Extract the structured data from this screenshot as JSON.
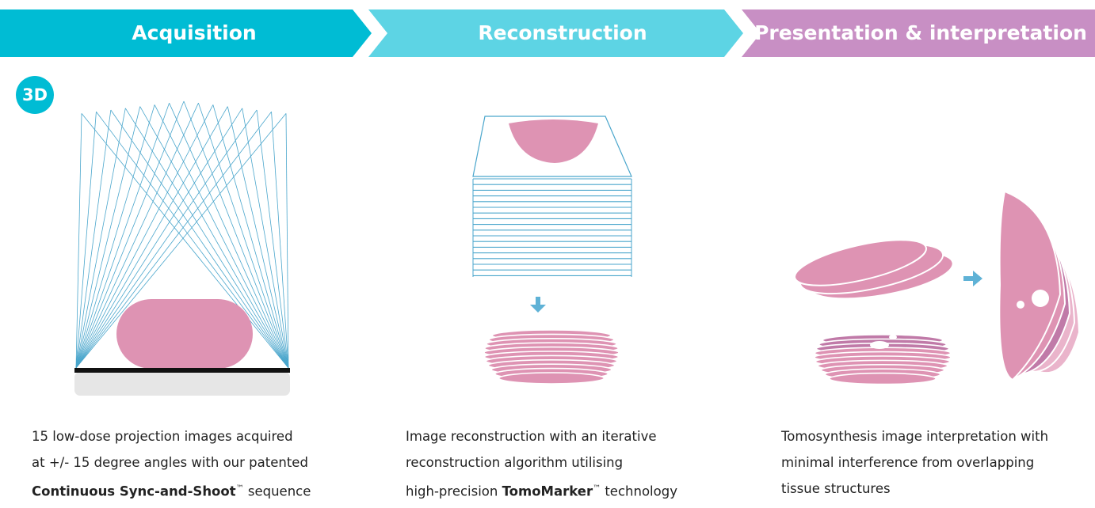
{
  "colors": {
    "acquisition": "#00bcd4",
    "reconstruction": "#5dd4e4",
    "presentation": "#c88fc4",
    "tissue": "#de93b3",
    "tissue_dark": "#c07aa8",
    "tissue_light": "#eab4cb",
    "beam": "#4aa6cc",
    "detector": "#111111",
    "table": "#e6e6e6",
    "arrow": "#5fb2d6"
  },
  "steps": [
    {
      "label": "Acquisition"
    },
    {
      "label": "Reconstruction"
    },
    {
      "label": "Presentation & interpretation"
    }
  ],
  "badge": {
    "label": "3D"
  },
  "icons": {
    "down_arrow": "arrow-down-icon",
    "right_arrow": "arrow-right-icon"
  },
  "captions": [
    {
      "line1": "15 low-dose projection images acquired",
      "line2": "at +/- 15 degree angles with our patented",
      "line3_bold": "Continuous Sync-and-Shoot",
      "line3_tm": "™",
      "line3_rest": " sequence"
    },
    {
      "line1": "Image reconstruction with an iterative",
      "line2": "reconstruction algorithm utilising",
      "line3_pre": "high-precision ",
      "line3_bold": "TomoMarker",
      "line3_tm": "™",
      "line3_rest": " technology"
    },
    {
      "line1": "Tomosynthesis image interpretation with",
      "line2": "minimal interference from overlapping",
      "line3": "tissue structures"
    }
  ]
}
